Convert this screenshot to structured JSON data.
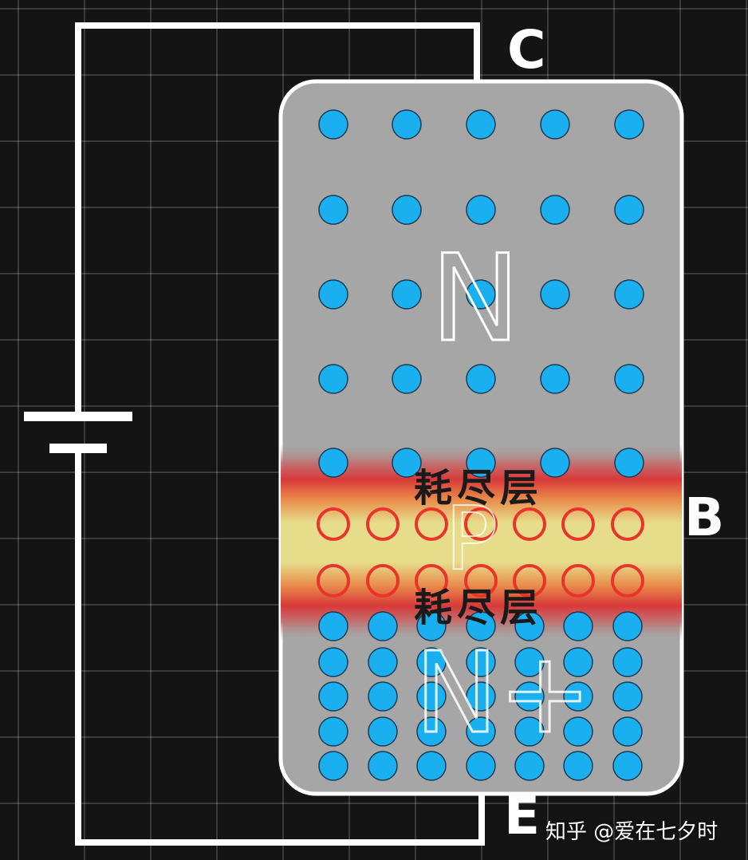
{
  "terminals": {
    "collector": "C",
    "base": "B",
    "emitter": "E"
  },
  "regions": {
    "n": "N",
    "p": "P",
    "n_plus": "N+"
  },
  "depletion_label": "耗尽层",
  "watermark": "知乎 @爱在七夕时",
  "colors": {
    "background": "#141414",
    "body_fill": "#a6a6a6",
    "electron": "#1ab0f0",
    "hole_ring": "#e8352a",
    "depletion_red": "#d9393a",
    "depletion_yellow": "#e6dc8a",
    "wire": "#ffffff"
  },
  "icons": [
    "battery-symbol",
    "electron-dot",
    "hole-ring"
  ]
}
